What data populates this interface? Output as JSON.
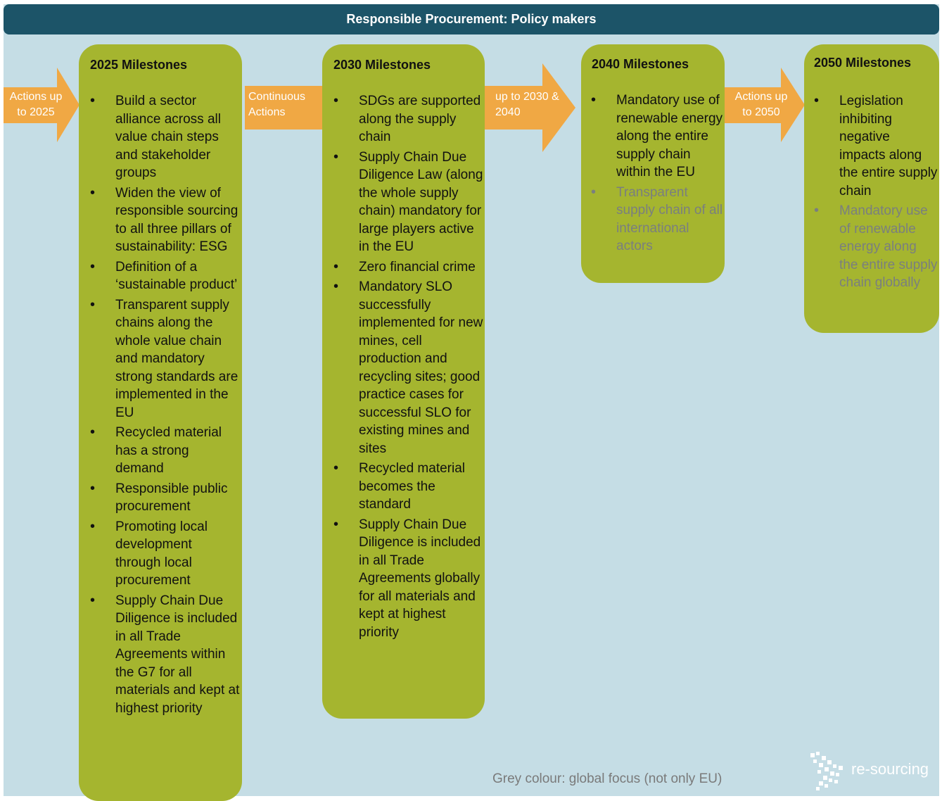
{
  "header": {
    "title": "Responsible Procurement: Policy makers"
  },
  "arrows": [
    {
      "label": "Actions up to 2025"
    },
    {
      "label": "Continuous Actions"
    },
    {
      "label": "up to 2030 & 2040"
    },
    {
      "label": "Actions up to 2050"
    }
  ],
  "milestones": [
    {
      "title": "2025 Milestones",
      "items": [
        {
          "text": "Build a sector alliance across all value chain steps and stakeholder groups",
          "global": false
        },
        {
          "text": "Widen the view of responsible sourcing to all three pillars of sustainability: ESG",
          "global": false
        },
        {
          "text": "Definition of a ‘sustainable product’",
          "global": false
        },
        {
          "text": "Transparent supply chains along the whole value chain and mandatory strong standards are implemented in the EU",
          "global": false
        },
        {
          "text": "Recycled material has a strong demand",
          "global": false
        },
        {
          "text": "Responsible public procurement",
          "global": false
        },
        {
          "text": "Promoting local development through local procurement",
          "global": false
        },
        {
          "text": "Supply Chain Due Diligence is included in all Trade Agreements within the G7 for all materials and kept at highest priority",
          "global": false
        }
      ]
    },
    {
      "title": "2030 Milestones",
      "items": [
        {
          "text": "SDGs are supported along the supply chain",
          "global": false
        },
        {
          "text": "Supply Chain Due Diligence Law (along the whole supply chain) mandatory for large players active in the EU",
          "global": false
        },
        {
          "text": "Zero financial crime",
          "global": false
        },
        {
          "text": "Mandatory SLO successfully implemented for new mines, cell production and recycling sites; good practice cases for successful SLO for existing mines and sites",
          "global": false
        },
        {
          "text": "Recycled material becomes the standard",
          "global": false
        },
        {
          "text": "Supply Chain Due Diligence is included in all Trade Agreements globally for all materials and kept at highest priority",
          "global": false
        }
      ]
    },
    {
      "title": "2040 Milestones",
      "items": [
        {
          "text": "Mandatory use of renewable energy along the entire supply chain within the EU",
          "global": false
        },
        {
          "text": "Transparent supply chain of all international actors",
          "global": true
        }
      ]
    },
    {
      "title": "2050 Milestones",
      "items": [
        {
          "text": "Legislation inhibiting negative impacts along the entire supply chain",
          "global": false
        },
        {
          "text": "Mandatory use of renewable energy along the entire supply chain globally",
          "global": true
        }
      ]
    }
  ],
  "footnote": "Grey colour: global focus (not only EU)",
  "logo": {
    "text": "re-sourcing",
    "icon": "re-sourcing-logo-icon"
  },
  "colors": {
    "header": "#1c5468",
    "background": "#c5dde5",
    "box": "#a5b52f",
    "arrow": "#f0a844",
    "global_text": "#7a7f7f"
  }
}
